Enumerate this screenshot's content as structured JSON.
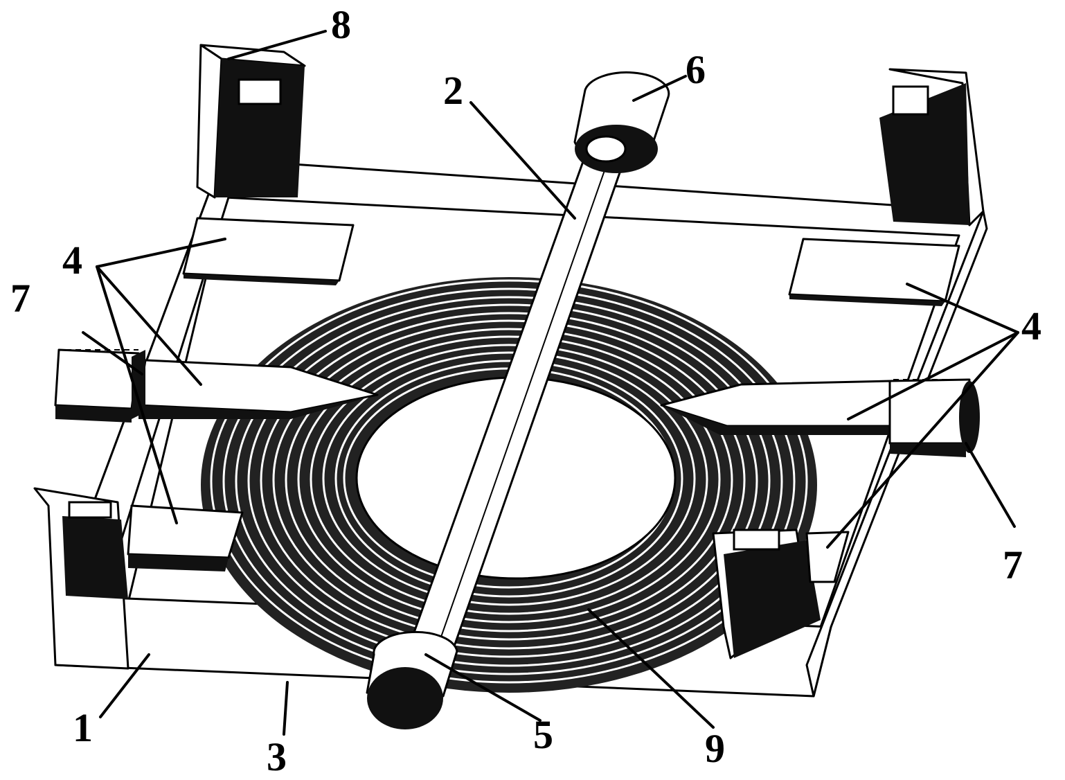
{
  "labels": {
    "frame": "1",
    "rod": "2",
    "base_plate": "3",
    "probes_left": "4",
    "probes_right": "4",
    "rod_end_front": "5",
    "rod_end_back": "6",
    "clamp_left": "7",
    "clamp_right": "7",
    "corner_post": "8",
    "coil": "9"
  },
  "colors": {
    "ink": "#000000",
    "paper": "#ffffff"
  }
}
